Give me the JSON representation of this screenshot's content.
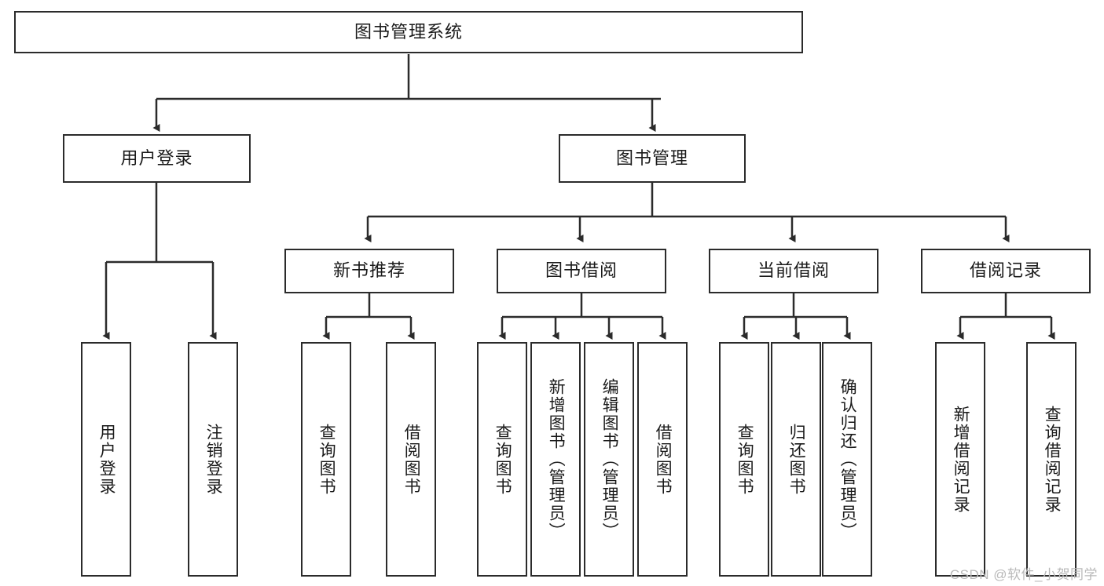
{
  "diagram": {
    "type": "tree",
    "title": "图书管理系统",
    "watermark": "CSDN @软件_小贺同学",
    "colors": {
      "box_border": "#2b2b2b",
      "box_fill": "#ffffff",
      "edge": "#2b2b2b",
      "text": "#1a1a1a",
      "background": "#ffffff",
      "watermark": "#b9b9b9"
    },
    "root": {
      "label": "图书管理系统"
    },
    "level1": [
      {
        "label": "用户登录"
      },
      {
        "label": "图书管理"
      }
    ],
    "level2": [
      {
        "label": "新书推荐"
      },
      {
        "label": "图书借阅"
      },
      {
        "label": "当前借阅"
      },
      {
        "label": "借阅记录"
      }
    ],
    "leaves": {
      "user_login": [
        {
          "label": "用户登录"
        },
        {
          "label": "注销登录"
        }
      ],
      "new_book_recommend": [
        {
          "label": "查询图书"
        },
        {
          "label": "借阅图书"
        }
      ],
      "book_borrow": [
        {
          "label": "查询图书"
        },
        {
          "label": "新增图书（管理员）"
        },
        {
          "label": "编辑图书（管理员）"
        },
        {
          "label": "借阅图书"
        }
      ],
      "current_borrow": [
        {
          "label": "查询图书"
        },
        {
          "label": "归还图书"
        },
        {
          "label": "确认归还（管理员）"
        }
      ],
      "borrow_record": [
        {
          "label": "新增借阅记录"
        },
        {
          "label": "查询借阅记录"
        }
      ]
    }
  }
}
